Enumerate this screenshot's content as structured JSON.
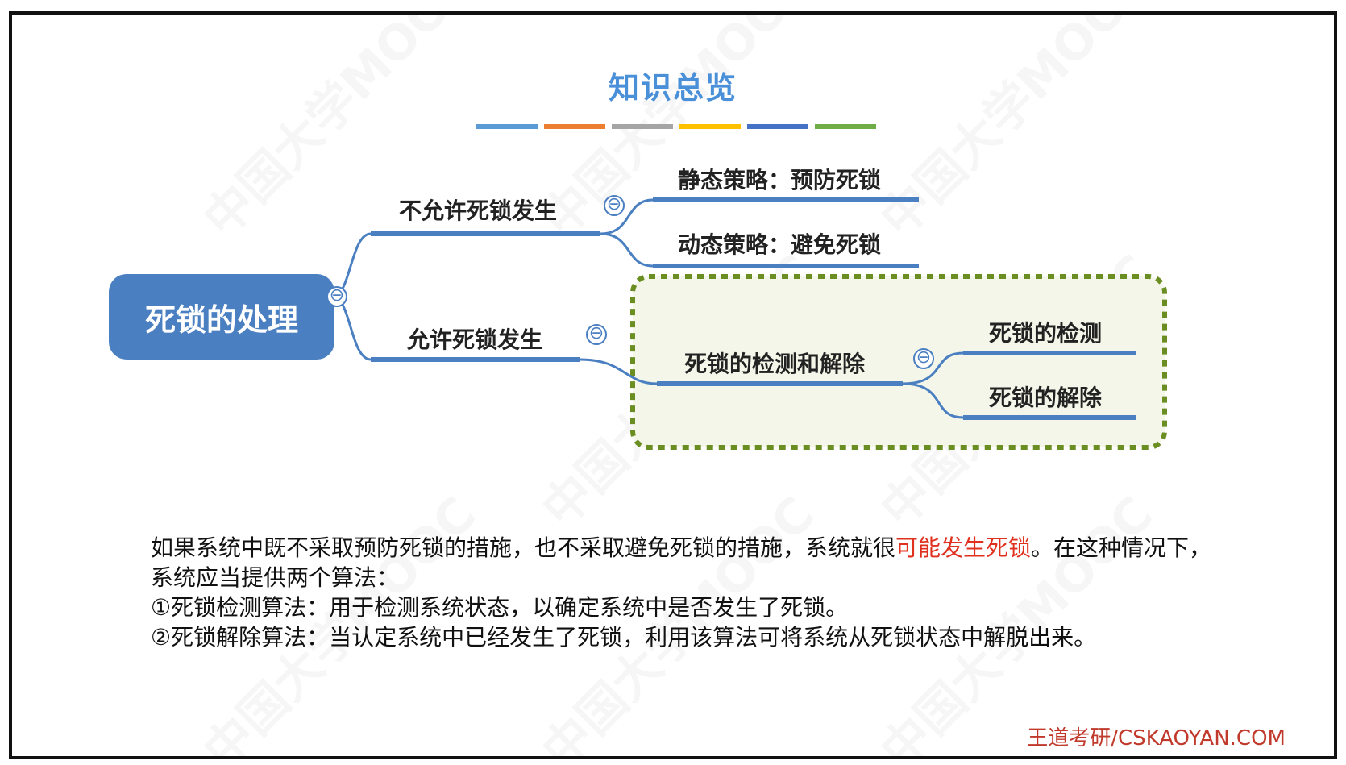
{
  "title": "知识总览",
  "bar_colors": [
    "#5b9bd5",
    "#ed7d31",
    "#a5a5a5",
    "#ffc000",
    "#4472c4",
    "#70ad47"
  ],
  "mindmap": {
    "root": "死锁的处理",
    "branch_not_allowed": "不允许死锁发生",
    "static_strategy": "静态策略：预防死锁",
    "dynamic_strategy": "动态策略：避免死锁",
    "branch_allowed": "允许死锁发生",
    "detect_and_recover": "死锁的检测和解除",
    "detect": "死锁的检测",
    "recover": "死锁的解除",
    "collapse_symbol": "⊖"
  },
  "paragraph": {
    "line1_pre": "如果系统中既不采取预防死锁的措施，也不采取避免死锁的措施，系统就很",
    "line1_hl": "可能发生死锁",
    "line1_post": "。在这种情况下，系统应当提供两个算法：",
    "item1": "①死锁检测算法：用于检测系统状态，以确定系统中是否发生了死锁。",
    "item2": "②死锁解除算法：当认定系统中已经发生了死锁，利用该算法可将系统从死锁状态中解脱出来。"
  },
  "brand": "王道考研/CSKAOYAN.COM",
  "watermark": "中国大学MOOC"
}
